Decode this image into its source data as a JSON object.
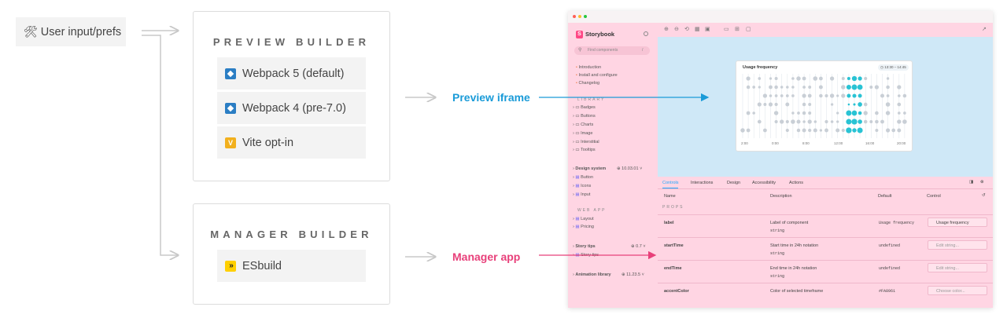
{
  "input": {
    "label": "User input/prefs",
    "icon": "tools-icon"
  },
  "preview_builder": {
    "title": "PREVIEW BUILDER",
    "options": [
      {
        "label": "Webpack 5 (default)",
        "icon": "webpack-icon"
      },
      {
        "label": "Webpack 4 (pre-7.0)",
        "icon": "webpack-icon"
      },
      {
        "label": "Vite opt-in",
        "icon": "vite-icon"
      }
    ]
  },
  "manager_builder": {
    "title": "MANAGER BUILDER",
    "options": [
      {
        "label": "ESbuild",
        "icon": "esbuild-icon"
      }
    ]
  },
  "outputs": {
    "preview": "Preview iframe",
    "manager": "Manager app"
  },
  "colors": {
    "preview_accent": "#1a9bd8",
    "manager_accent": "#e8407a",
    "preview_area": "#cfe8f7",
    "manager_area": "#ffd5e3"
  },
  "storybook": {
    "brand": "Storybook",
    "search_placeholder": "Find components",
    "search_shortcut": "/",
    "top_items": [
      "Introduction",
      "Install and configure",
      "Changelog"
    ],
    "library_label": "LIBRARY",
    "library_items": [
      "Badges",
      "Buttons",
      "Charts",
      "Image",
      "Interstitial",
      "Tooltips"
    ],
    "design_system": {
      "label": "Design system",
      "version": "10.03.01"
    },
    "design_items": [
      "Button",
      "Icons",
      "Input"
    ],
    "web_app_label": "WEB APP",
    "web_app_items": [
      "Layout",
      "Pricing"
    ],
    "story_tips": {
      "label": "Story tips",
      "version": "0.7",
      "item": "Story tips"
    },
    "animation": {
      "label": "Animation library",
      "version": "11.23.5"
    },
    "chart": {
      "title": "Usage frequency",
      "range": "13:30 – 14:45",
      "ticks": [
        "2:00",
        "0:00",
        "8:00",
        "12:00",
        "16:00",
        "20:00"
      ]
    },
    "tabs": [
      "Controls",
      "Interactions",
      "Design",
      "Accessibility",
      "Actions"
    ],
    "table": {
      "headers": [
        "Name",
        "Description",
        "Default",
        "Control"
      ],
      "section": "PROPS",
      "rows": [
        {
          "name": "label",
          "desc": "Label of component",
          "type": "string",
          "default": "Usage frequency",
          "control": "Usage frequency"
        },
        {
          "name": "startTime",
          "desc": "Start time in 24h notation",
          "type": "string",
          "default": "undefined",
          "control": "Edit string..."
        },
        {
          "name": "endTime",
          "desc": "End time in 24h notation",
          "type": "string",
          "default": "undefined",
          "control": "Edit string..."
        },
        {
          "name": "accentColor",
          "desc": "Color of selected timeframe",
          "type": "",
          "default": "#FA8961",
          "control": "Choose color..."
        }
      ]
    }
  }
}
